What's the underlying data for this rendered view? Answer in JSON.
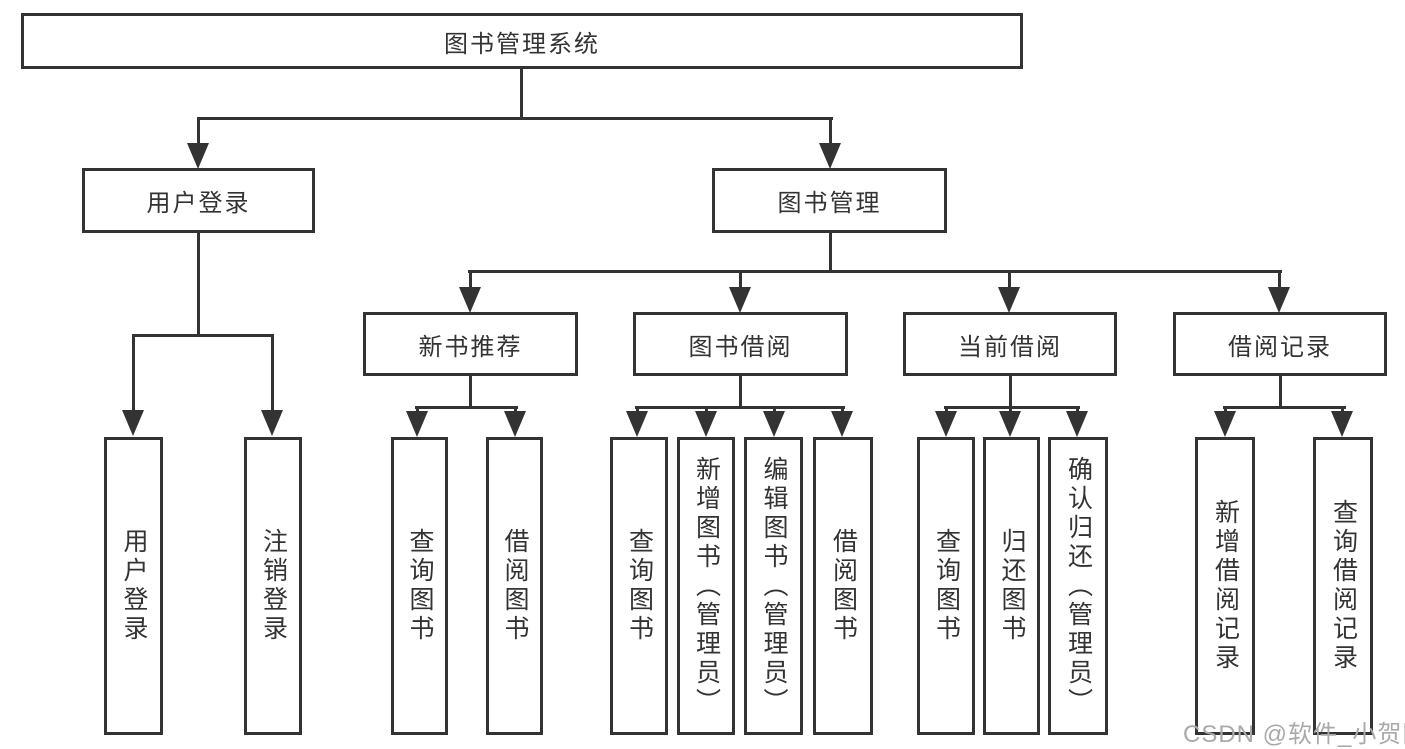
{
  "colors": {
    "line": "#333333",
    "text": "#333333",
    "background": "#ffffff",
    "watermark": "#a9a9a9"
  },
  "nodes": {
    "root": "图书管理系统",
    "user_login": "用户登录",
    "book_mgmt": "图书管理",
    "new_books": "新书推荐",
    "book_borrow": "图书借阅",
    "current_borrow": "当前借阅",
    "borrow_records": "借阅记录",
    "leaf_user_login": "用户登录",
    "leaf_logout": "注销登录",
    "leaf_nb_query": "查询图书",
    "leaf_nb_borrow": "借阅图书",
    "leaf_bb_query": "查询图书",
    "leaf_bb_add": "新增图书（管理员）",
    "leaf_bb_edit": "编辑图书（管理员）",
    "leaf_bb_borrow": "借阅图书",
    "leaf_cb_query": "查询图书",
    "leaf_cb_return": "归还图书",
    "leaf_cb_confirm": "确认归还（管理员）",
    "leaf_br_add": "新增借阅记录",
    "leaf_br_query": "查询借阅记录"
  },
  "watermark": "CSDN @软件_小贺同学"
}
